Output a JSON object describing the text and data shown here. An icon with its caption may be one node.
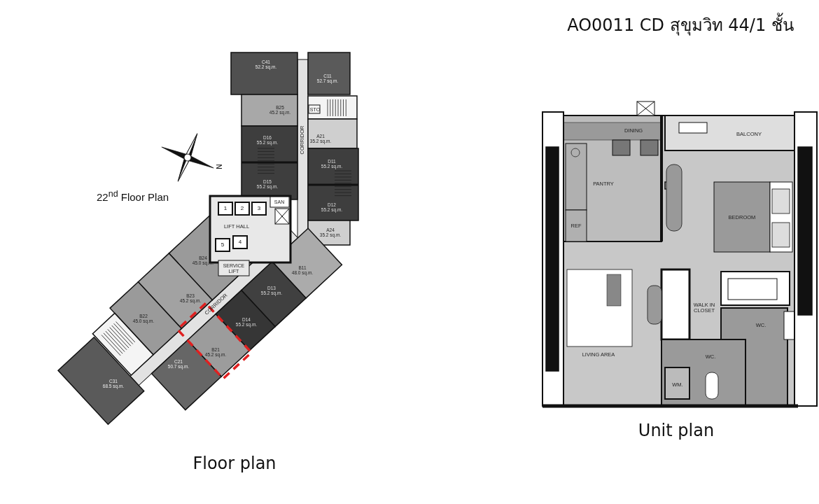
{
  "diagram": {
    "title": "AO0011 CD สุขุมวิท 44/1 ชั้น",
    "labels": [
      "C41 52.2 sq.m.",
      "C11 52.7 sq.m.",
      "B25 45.2 sq.m.",
      "STO",
      "A21 35.2 sq.m.",
      "D16 55.2 sq.m.",
      "CORRIDOR",
      "D11 55.2 sq.m.",
      "N",
      "D15 55.2 sq.m.",
      "D12 55.2 sq.m.",
      "22$^{nd}$ Floor Plan",
      "1",
      "2",
      "3",
      "SAN",
      "LIFT HALL",
      "A24 35.2 sq.m.",
      "5",
      "4",
      "SERVICE LIFT",
      "B24 45.0 sq.m.",
      "B11 48.0 sq.m.",
      "D13 55.2 sq.m.",
      "B23 45.2 sq.m.",
      "CORRIDOR",
      "D14 55.2 sq.m.",
      "B22 45.0 sq.m.",
      "B21 45.2 sq.m.",
      "C21 50.7 sq.m.",
      "C31 68.5 sq.m.",
      "Floor plan",
      "DINING",
      "BALCONY",
      "PANTRY",
      "BEDROOM",
      "REF",
      "WALK IN CLOSET",
      "WC.",
      "LIVING AREA",
      "WC.",
      "WM.",
      "Unit plan"
    ]
  }
}
